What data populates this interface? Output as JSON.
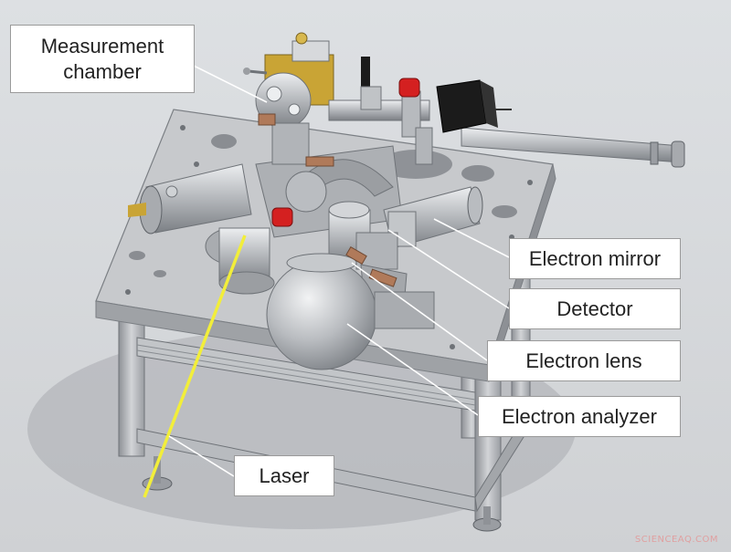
{
  "labels": {
    "measurement_chamber": "Measurement\nchamber",
    "electron_mirror": "Electron mirror",
    "detector": "Detector",
    "electron_lens": "Electron lens",
    "electron_analyzer": "Electron analyzer",
    "laser": "Laser"
  },
  "watermark": "SCIENCEAQ.COM",
  "colors": {
    "background": "#d7d9dc",
    "table_top": "#c5c7ca",
    "metal": "#b4b7bb",
    "laser_beam": "#f2ee3a",
    "red_cap": "#d42020",
    "gold_block": "#c9a435",
    "black_box": "#1b1b1b",
    "copper": "#b07a5a"
  }
}
